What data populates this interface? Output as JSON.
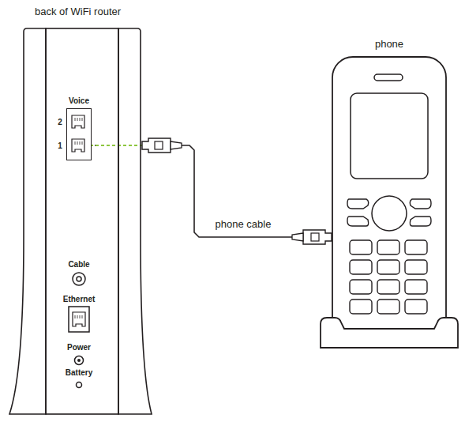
{
  "diagram": {
    "nodes": [
      {
        "text": [
          "back of WiFi router"
        ]
      },
      {
        "text": [
          "Voice"
        ],
        "in": 0
      },
      {
        "text": [
          "phone"
        ]
      }
    ],
    "edges": [
      {
        "from": 1,
        "to": 2,
        "label": "phone cable",
        "arrow": "none"
      }
    ],
    "labels": [
      "2",
      "1",
      "Cable",
      "Ethernet",
      "Power",
      "Battery"
    ]
  }
}
